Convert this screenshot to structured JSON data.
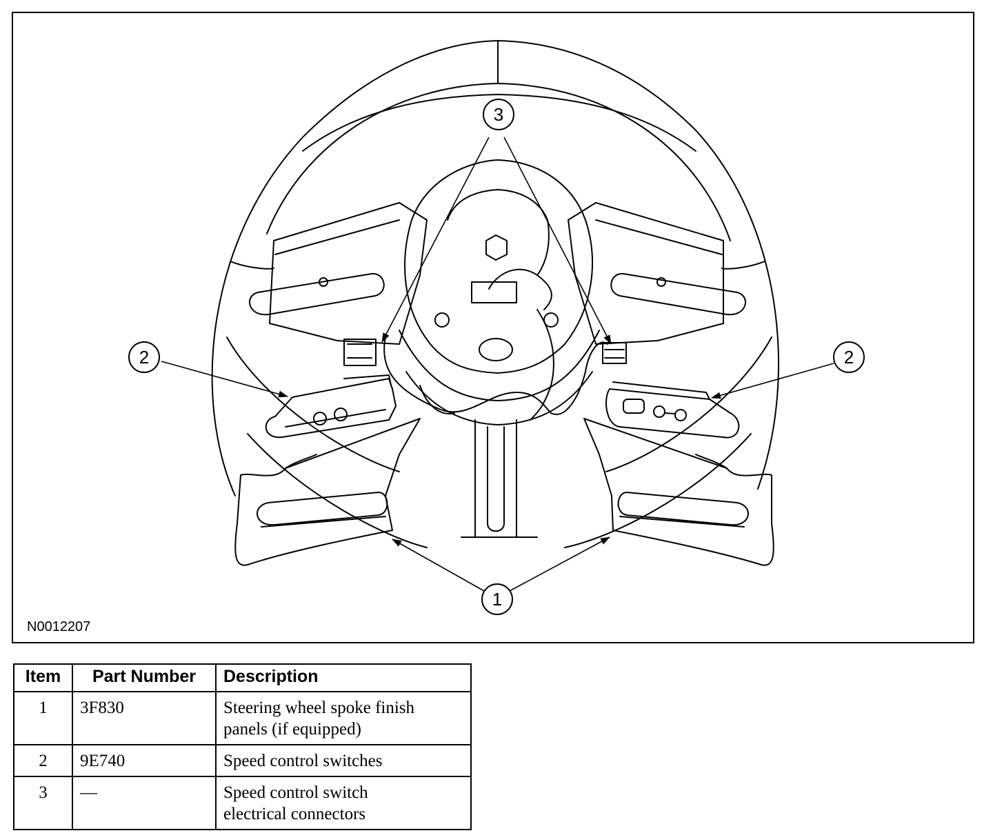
{
  "figure": {
    "id": "N0012207",
    "callouts": [
      {
        "id": "callout-1",
        "label": "1"
      },
      {
        "id": "callout-2-left",
        "label": "2"
      },
      {
        "id": "callout-2-right",
        "label": "2"
      },
      {
        "id": "callout-3",
        "label": "3"
      }
    ]
  },
  "table": {
    "headers": {
      "item": "Item",
      "part_number": "Part Number",
      "description": "Description"
    },
    "rows": [
      {
        "item": "1",
        "part_number": "3F830",
        "description_lines": [
          "Steering wheel spoke finish",
          "panels (if equipped)"
        ]
      },
      {
        "item": "2",
        "part_number": "9E740",
        "description_lines": [
          "Speed control switches"
        ]
      },
      {
        "item": "3",
        "part_number": "—",
        "description_lines": [
          "Speed control switch",
          "electrical connectors"
        ]
      }
    ]
  }
}
